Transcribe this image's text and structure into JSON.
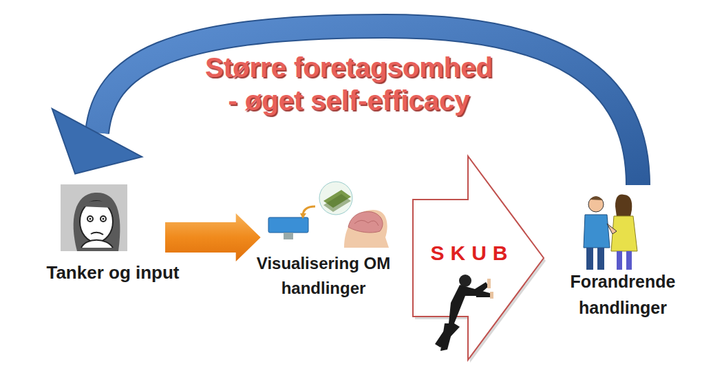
{
  "diagram": {
    "nodes": [
      {
        "text": [
          "Tanker og input"
        ]
      },
      {
        "text": [
          "Visualisering OM handlinger"
        ]
      },
      {
        "text": [
          "Forandrende handlinger"
        ]
      }
    ],
    "edges": [
      {
        "from": 0,
        "to": 1,
        "arrow": "to"
      },
      {
        "from": 1,
        "to": 2,
        "arrow": "to",
        "label": "SKUB"
      },
      {
        "from": 2,
        "to": 0,
        "arrow": "to",
        "label": "Større foretagsomhed - øget self-efficacy"
      }
    ]
  }
}
